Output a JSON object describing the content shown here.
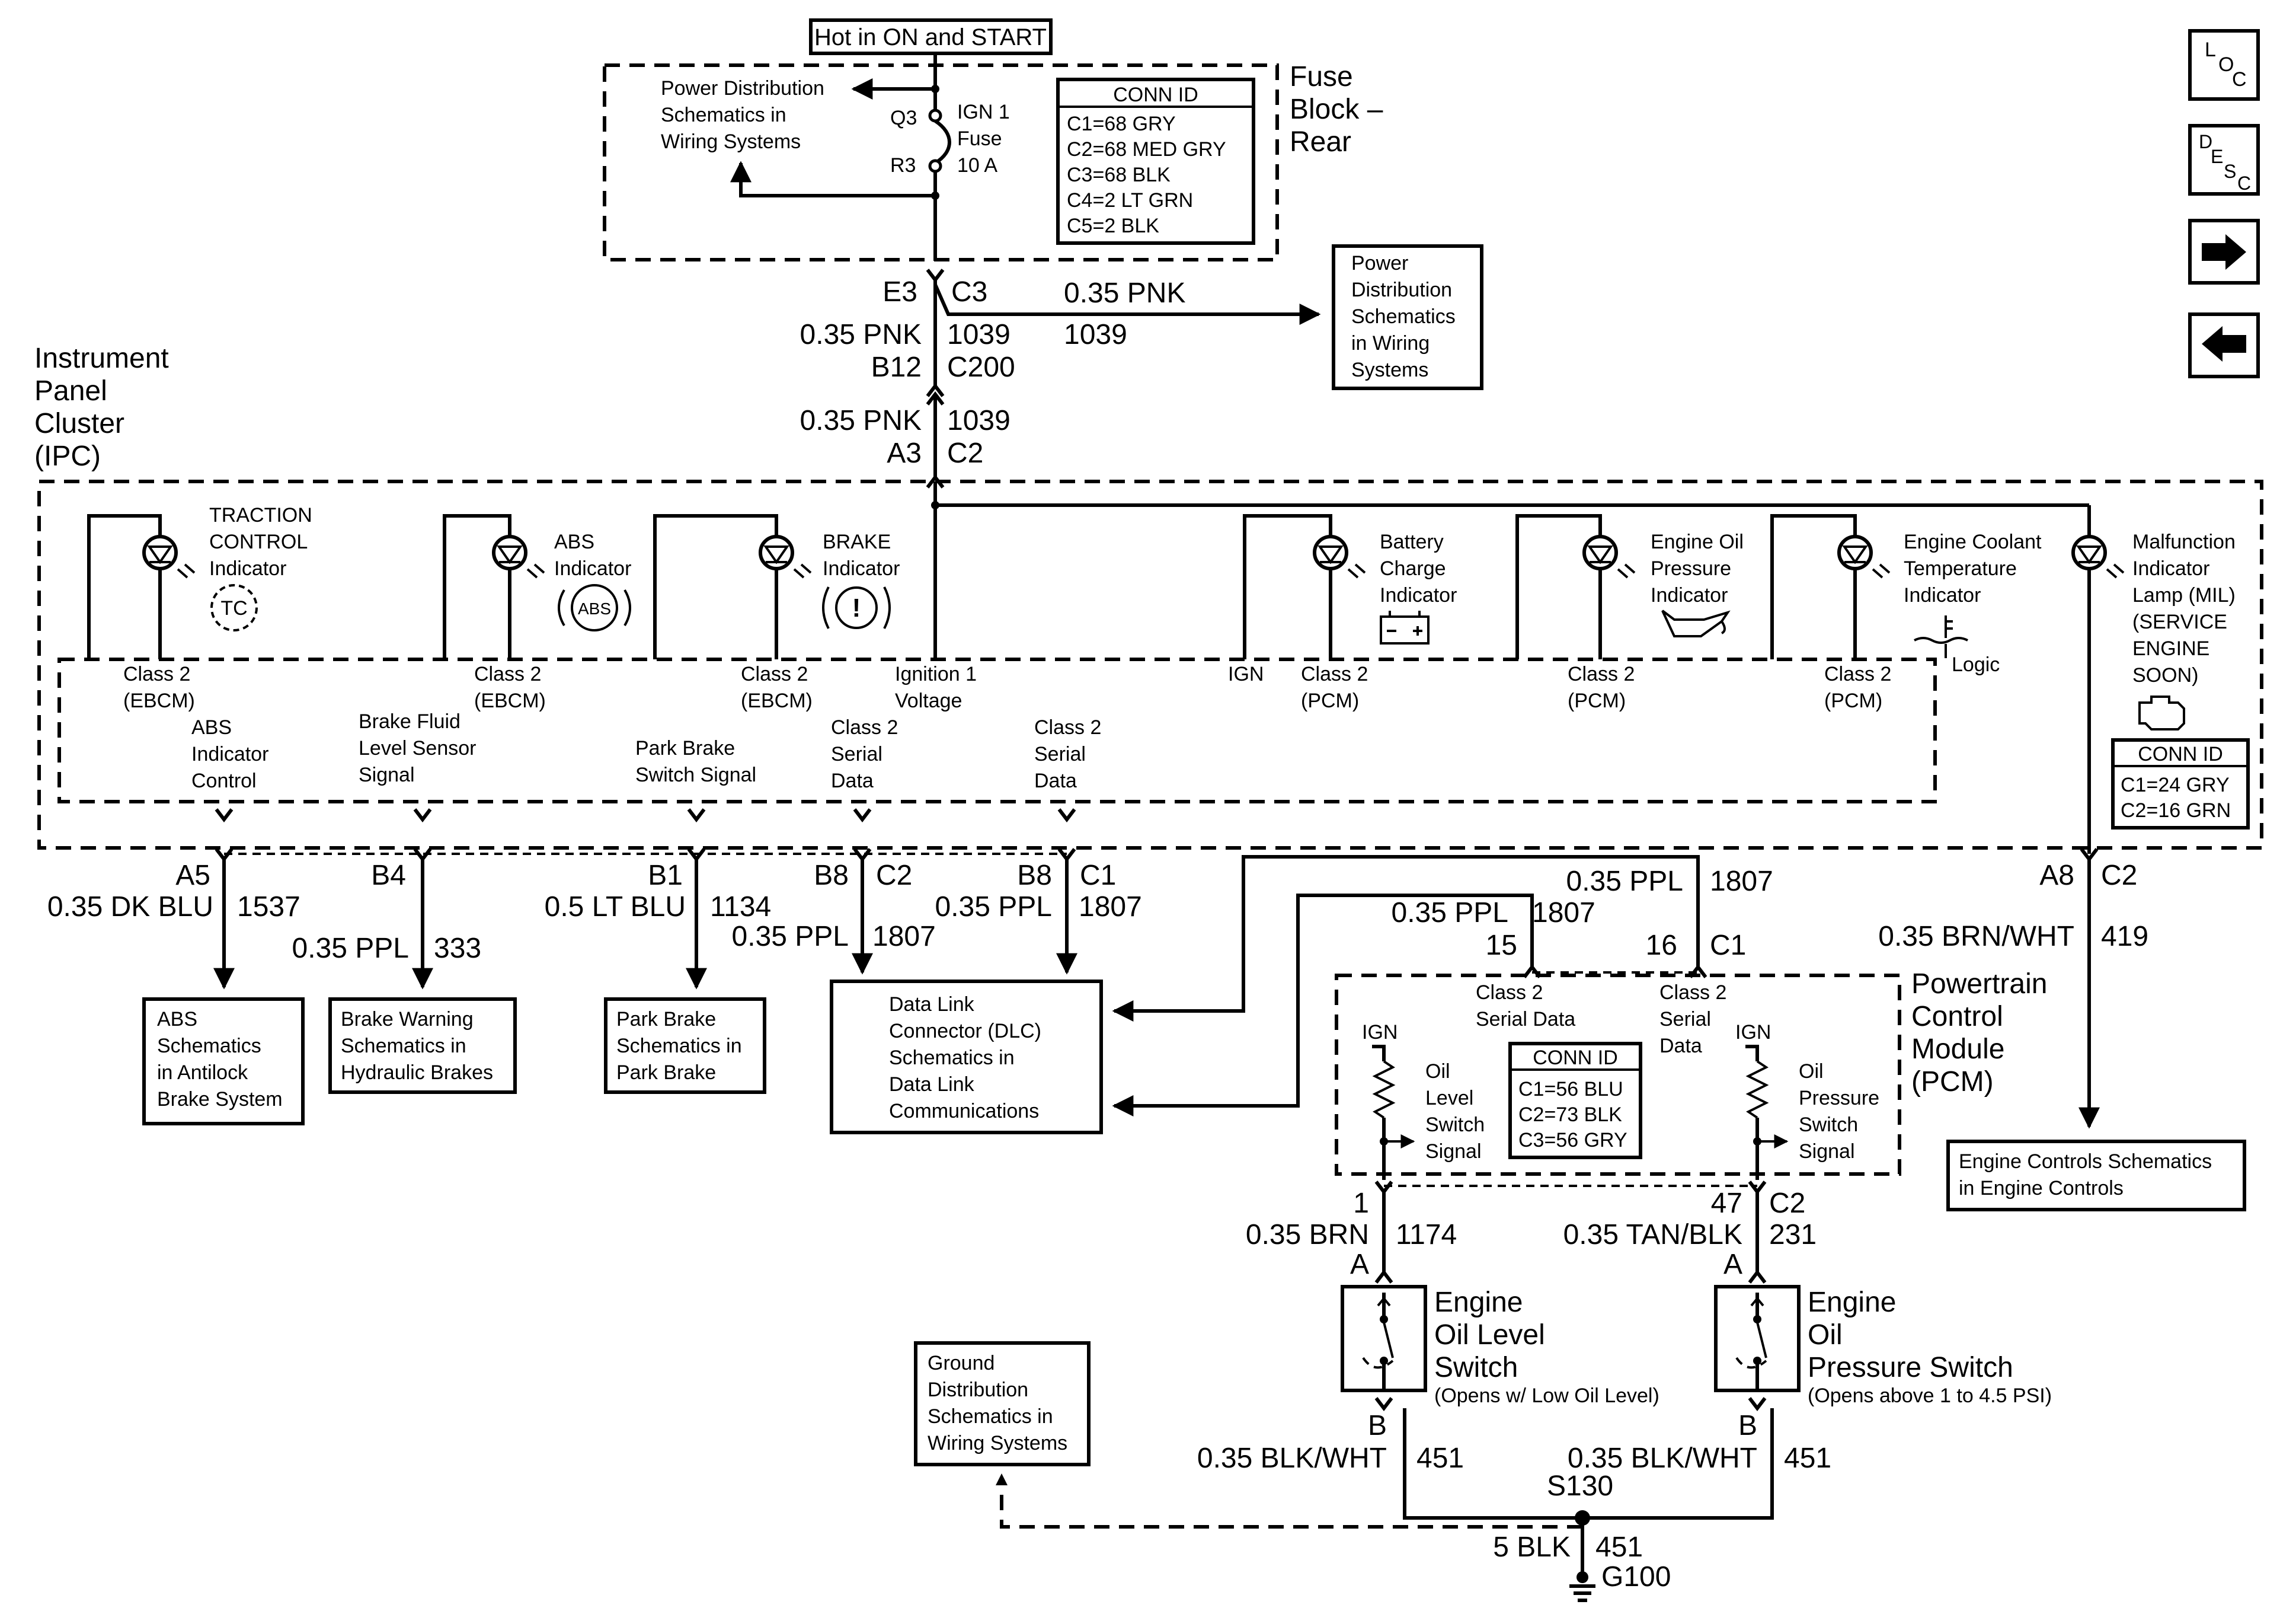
{
  "header": {
    "hot_label": "Hot in ON and START"
  },
  "fuse_block": {
    "title": "Fuse Block – Rear",
    "pd_schem": [
      "Power Distribution",
      "Schematics in",
      "Wiring Systems"
    ],
    "q3": "Q3",
    "r3": "R3",
    "fuse": [
      "IGN 1",
      "Fuse",
      "10 A"
    ],
    "conn_id": {
      "title": "CONN ID",
      "items": [
        "C1=68 GRY",
        "C2=68 MED GRY",
        "C3=68 BLK",
        "C4=2 LT GRN",
        "C5=2 BLK"
      ]
    }
  },
  "feed": {
    "e3": "E3",
    "c3": "C3",
    "wire1_color": "0.35 PNK",
    "wire1_num": "1039",
    "branch_color": "0.35 PNK",
    "branch_num": "1039",
    "b12": "B12",
    "c200": "C200",
    "wire2_color": "0.35 PNK",
    "wire2_num": "1039",
    "a3": "A3",
    "c2": "C2",
    "pd_box": [
      "Power",
      "Distribution",
      "Schematics",
      "in Wiring",
      "Systems"
    ]
  },
  "ipc": {
    "title": [
      "Instrument",
      "Panel",
      "Cluster",
      "(IPC)"
    ],
    "indicators": {
      "tc": [
        "TRACTION",
        "CONTROL",
        "Indicator"
      ],
      "tc_sym": "TC",
      "abs": [
        "ABS",
        "Indicator"
      ],
      "abs_sym": "ABS",
      "brake": [
        "BRAKE",
        "Indicator"
      ],
      "brake_sym": "!",
      "battery": [
        "Battery",
        "Charge",
        "Indicator"
      ],
      "oil": [
        "Engine Oil",
        "Pressure",
        "Indicator"
      ],
      "coolant": [
        "Engine Coolant",
        "Temperature",
        "Indicator"
      ],
      "mil": [
        "Malfunction",
        "Indicator",
        "Lamp (MIL)",
        "(SERVICE",
        "ENGINE",
        "SOON)"
      ]
    },
    "logic_label": "Logic",
    "labels": {
      "c2_ebcm1": [
        "Class 2",
        "(EBCM)"
      ],
      "c2_ebcm2": [
        "Class 2",
        "(EBCM)"
      ],
      "c2_ebcm3": [
        "Class 2",
        "(EBCM)"
      ],
      "ign1v": [
        "Ignition 1",
        "Voltage"
      ],
      "ign": "IGN",
      "c2_pcm1": [
        "Class 2",
        "(PCM)"
      ],
      "c2_pcm2": [
        "Class 2",
        "(PCM)"
      ],
      "c2_pcm3": [
        "Class 2",
        "(PCM)"
      ],
      "abs_ctrl": [
        "ABS",
        "Indicator",
        "Control"
      ],
      "bfl": [
        "Brake Fluid",
        "Level Sensor",
        "Signal"
      ],
      "pbs": [
        "Park Brake",
        "Switch Signal"
      ],
      "c2sd1": [
        "Class 2",
        "Serial",
        "Data"
      ],
      "c2sd2": [
        "Class 2",
        "Serial",
        "Data"
      ]
    },
    "conn_id": {
      "title": "CONN ID",
      "items": [
        "C1=24 GRY",
        "C2=16 GRN"
      ]
    }
  },
  "ipc_outputs": {
    "a5": "A5",
    "a5_color": "0.35 DK BLU",
    "a5_num": "1537",
    "b4": "B4",
    "b4_color": "0.35 PPL",
    "b4_num": "333",
    "b1": "B1",
    "b1_color": "0.5 LT BLU",
    "b1_num": "1134",
    "b8a": "B8",
    "c2a": "C2",
    "b8a_color": "0.35 PPL",
    "b8a_num": "1807",
    "b8b": "B8",
    "c1b": "C1",
    "b8b_color": "0.35 PPL",
    "b8b_num": "1807",
    "a8": "A8",
    "c2c": "C2",
    "a8_color": "0.35 BRN/WHT",
    "a8_num": "419"
  },
  "boxes": {
    "abs": [
      "ABS",
      "Schematics",
      "in Antilock",
      "Brake System"
    ],
    "brake": [
      "Brake Warning",
      "Schematics in",
      "Hydraulic Brakes"
    ],
    "park": [
      "Park Brake",
      "Schematics in",
      "Park Brake"
    ],
    "dlc": [
      "Data Link",
      "Connector (DLC)",
      "Schematics in",
      "Data Link",
      "Communications"
    ],
    "engine": [
      "Engine Controls Schematics",
      "in Engine Controls"
    ],
    "ground": [
      "Ground",
      "Distribution",
      "Schematics in",
      "Wiring Systems"
    ]
  },
  "pcm": {
    "title": [
      "Powertrain",
      "Control",
      "Module",
      "(PCM)"
    ],
    "w1_color": "0.35 PPL",
    "w1_num": "1807",
    "w2_color": "0.35 PPL",
    "w2_num": "1807",
    "p15": "15",
    "p16": "16",
    "c1": "C1",
    "c2sd_a": [
      "Class 2",
      "Serial Data"
    ],
    "c2sd_b": [
      "Class 2",
      "Serial",
      "Data"
    ],
    "ign1": "IGN",
    "ign2": "IGN",
    "ols": [
      "Oil",
      "Level",
      "Switch",
      "Signal"
    ],
    "ops": [
      "Oil",
      "Pressure",
      "Switch",
      "Signal"
    ],
    "conn_id": {
      "title": "CONN ID",
      "items": [
        "C1=56 BLU",
        "C2=73 BLK",
        "C3=56 GRY"
      ]
    }
  },
  "switches": {
    "p1": "1",
    "p47": "47",
    "c2": "C2",
    "ol_color": "0.35 BRN",
    "ol_num": "1174",
    "op_color": "0.35 TAN/BLK",
    "op_num": "231",
    "a1": "A",
    "a2": "A",
    "ols_title": [
      "Engine",
      "Oil Level",
      "Switch"
    ],
    "ols_note": "(Opens w/ Low Oil Level)",
    "ops_title": [
      "Engine",
      "Oil",
      "Pressure Switch"
    ],
    "ops_note": "(Opens above 1 to 4.5 PSI)",
    "b1": "B",
    "b2": "B",
    "g1_color": "0.35 BLK/WHT",
    "g1_num": "451",
    "g2_color": "0.35 BLK/WHT",
    "g2_num": "451",
    "s130": "S130",
    "gnd_color": "5 BLK",
    "gnd_num": "451",
    "g100": "G100"
  },
  "nav": {
    "loc": [
      "L",
      "O",
      "C"
    ],
    "desc": [
      "D",
      "E",
      "S",
      "C"
    ]
  }
}
